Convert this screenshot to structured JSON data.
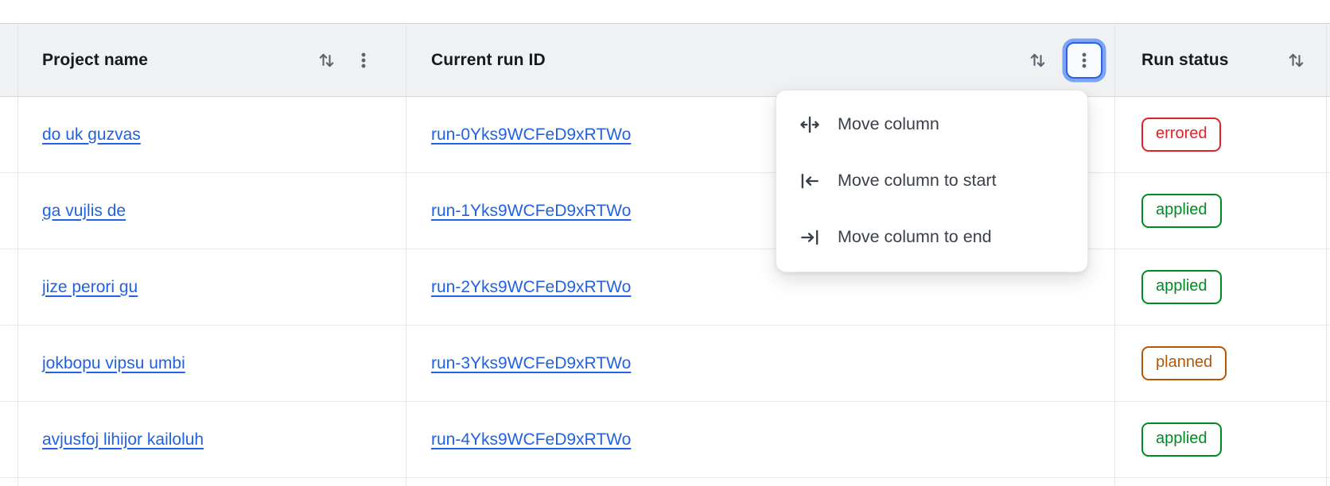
{
  "table": {
    "columns": [
      {
        "label": "Project name",
        "sort_icon": "sort-arrows-icon",
        "menu_icon": "kebab-menu-icon",
        "menu_focused": false
      },
      {
        "label": "Current run ID",
        "sort_icon": "sort-arrows-icon",
        "menu_icon": "kebab-menu-icon",
        "menu_focused": true
      },
      {
        "label": "Run status",
        "sort_icon": "sort-arrows-icon",
        "menu_icon": null,
        "menu_focused": false
      }
    ],
    "rows": [
      {
        "project_name": "do uk guzvas",
        "run_id": "run-0Yks9WCFeD9xRTWo",
        "status": "errored"
      },
      {
        "project_name": "ga vujlis de",
        "run_id": "run-1Yks9WCFeD9xRTWo",
        "status": "applied"
      },
      {
        "project_name": "jize perori gu",
        "run_id": "run-2Yks9WCFeD9xRTWo",
        "status": "applied"
      },
      {
        "project_name": "jokbopu vipsu umbi",
        "run_id": "run-3Yks9WCFeD9xRTWo",
        "status": "planned"
      },
      {
        "project_name": "avjusfoj lihijor kailoluh",
        "run_id": "run-4Yks9WCFeD9xRTWo",
        "status": "applied"
      }
    ]
  },
  "context_menu": {
    "items": [
      {
        "icon": "move-column-icon",
        "label": "Move column"
      },
      {
        "icon": "move-column-to-start-icon",
        "label": "Move column to start"
      },
      {
        "icon": "move-column-to-end-icon",
        "label": "Move column to end"
      }
    ]
  },
  "status_colors": {
    "errored": "#e02128",
    "applied": "#008a22",
    "planned": "#b35708"
  },
  "colors": {
    "link_blue": "#2161e3",
    "focus_ring_outer": "#7da4f3",
    "focus_ring_border": "#2a63e8",
    "header_bg": "#f0f1f3",
    "icon_gray": "#5c636e",
    "menu_text": "#3a4049"
  }
}
